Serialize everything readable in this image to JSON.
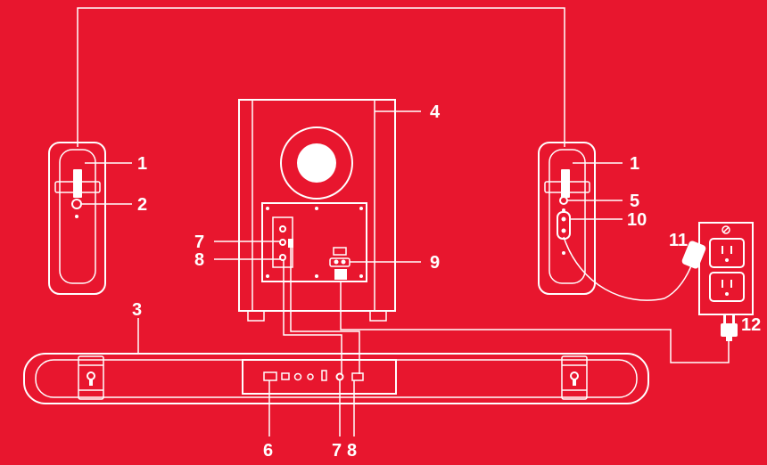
{
  "colors": {
    "background": "#e8162e",
    "line": "#ffffff"
  },
  "callouts": {
    "left_speaker_port": "1",
    "left_speaker_jack": "2",
    "soundbar": "3",
    "subwoofer": "4",
    "right_speaker_port": "1",
    "right_speaker_jack": "5",
    "right_speaker_input": "10",
    "sub_port_7": "7",
    "sub_port_8": "8",
    "sub_power_9": "9",
    "power_adapter": "11",
    "power_plug": "12",
    "soundbar_port_6": "6",
    "soundbar_port_7": "7",
    "soundbar_port_8": "8"
  }
}
